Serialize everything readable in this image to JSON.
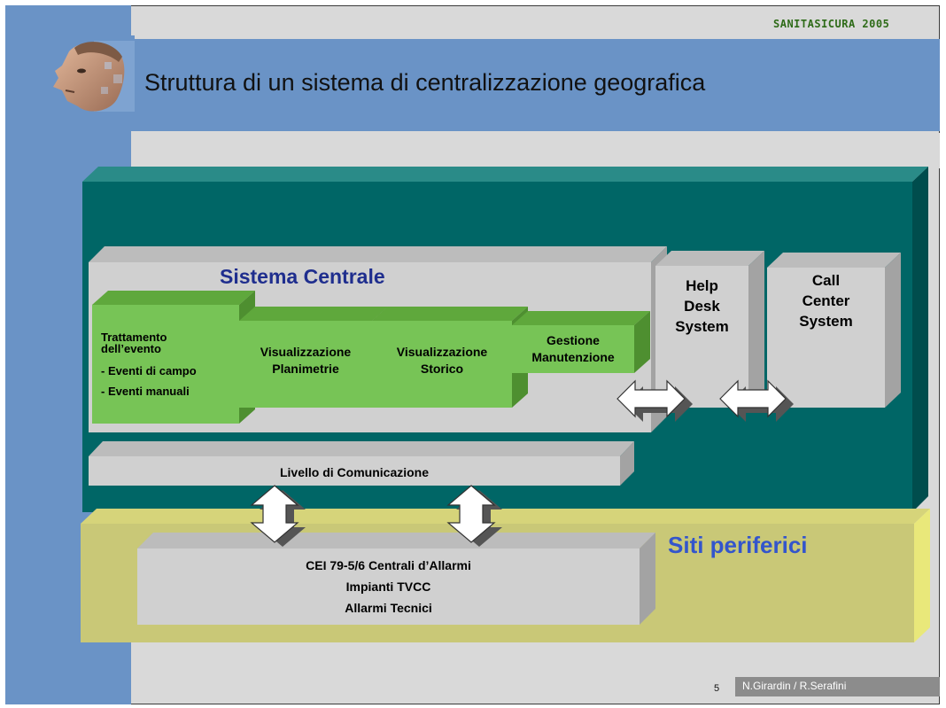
{
  "header": {
    "logo": "SANITASICURA 2005",
    "title": "Struttura di un sistema di centralizzazione geografica"
  },
  "diagram": {
    "central_system": {
      "title": "Sistema Centrale",
      "event_handling": {
        "title_line1": "Trattamento",
        "title_line2": "dell’evento",
        "item1": "- Eventi di campo",
        "item2": "- Eventi manuali"
      },
      "floorplans": {
        "line1": "Visualizzazione",
        "line2": "Planimetrie"
      },
      "history": {
        "line1": "Visualizzazione",
        "line2": "Storico"
      },
      "maintenance": {
        "line1": "Gestione",
        "line2": "Manutenzione"
      },
      "communication_level": "Livello di Comunicazione"
    },
    "help_desk": {
      "line1": "Help",
      "line2": "Desk",
      "line3": "System"
    },
    "call_center": {
      "line1": "Call",
      "line2": "Center",
      "line3": "System"
    },
    "peripheral_sites": {
      "title": "Siti periferici",
      "item1": "CEI 79-5/6 Centrali d’Allarmi",
      "item2": "Impianti TVCC",
      "item3": "Allarmi Tecnici"
    }
  },
  "footer": {
    "page_number": "5",
    "author": "N.Girardin / R.Serafini"
  },
  "colors": {
    "title_bar": "#6a93c6",
    "teal_container": "#006666",
    "green_module": "#77c456",
    "olive_container": "#c9c877",
    "grey_box": "#d0d0d0",
    "accent_text": "#1f2e8e",
    "siti_text": "#3355cc"
  }
}
